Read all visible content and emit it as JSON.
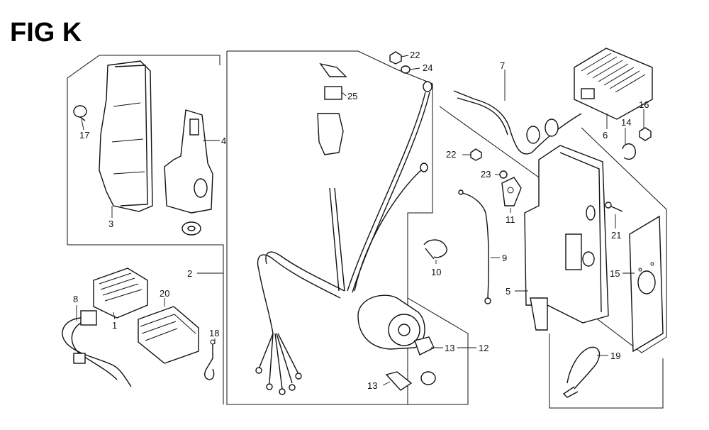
{
  "title": "FIG K",
  "callouts": {
    "c1": "1",
    "c2": "2",
    "c3": "3",
    "c4": "4",
    "c5": "5",
    "c6": "6",
    "c7": "7",
    "c8": "8",
    "c9": "9",
    "c10": "10",
    "c11": "11",
    "c12": "12",
    "c13a": "13",
    "c13b": "13",
    "c14": "14",
    "c15": "15",
    "c16": "16",
    "c17": "17",
    "c18": "18",
    "c19": "19",
    "c20": "20",
    "c21": "21",
    "c22a": "22",
    "c22b": "22",
    "c23": "23",
    "c24": "24",
    "c25": "25"
  }
}
